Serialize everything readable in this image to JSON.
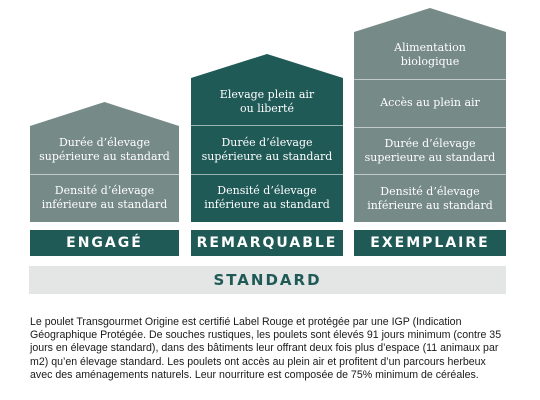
{
  "colors": {
    "dark_teal": "#1f5a57",
    "grey_green": "#768a87",
    "standard_bg": "#e3e6e5",
    "text": "#1a1a1a"
  },
  "tiers": {
    "engage": {
      "label": "ENGAGÉ",
      "rows": [
        {
          "line1": "Durée d’élevage",
          "line2": "supérieure au standard"
        },
        {
          "line1": "Densité d’élevage",
          "line2": "inférieure au standard"
        }
      ]
    },
    "remarquable": {
      "label": "REMARQUABLE",
      "rows": [
        {
          "line1": "Elevage plein air",
          "line2": "ou liberté"
        },
        {
          "line1": "Durée d’élevage",
          "line2": "supérieure au standard"
        },
        {
          "line1": "Densité d’élevage",
          "line2": "inférieure au standard"
        }
      ]
    },
    "exemplaire": {
      "label": "EXEMPLAIRE",
      "rows": [
        {
          "line1": "Alimentation",
          "line2": "biologique"
        },
        {
          "line1": "Accès au plein air",
          "line2": ""
        },
        {
          "line1": "Durée d’élevage",
          "line2": "superieure au standard"
        },
        {
          "line1": "Densité d’élevage",
          "line2": "inférieure au standard"
        }
      ]
    }
  },
  "standard_label": "STANDARD",
  "description": "Le poulet Transgourmet Origine est certifié Label Rouge et protégée par une IGP (Indication Géographique Protégée. De souches rustiques, les poulets sont élevés 91 jours minimum (contre 35 jours en élevage standard), dans des bâtiments leur offrant deux fois plus d’espace (11 animaux par m2) qu’en élevage standard. Les poulets ont accès au plein air et profitent d’un parcours herbeux avec des aménagements naturels. Leur nourriture est composée de 75% minimum de céréales."
}
